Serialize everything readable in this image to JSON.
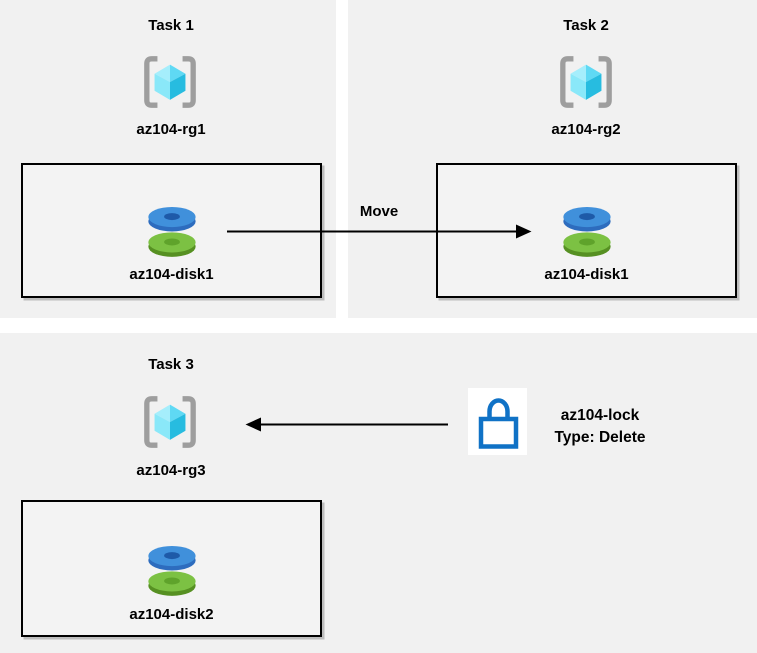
{
  "diagram": {
    "panels": [
      {
        "title": "Task 1",
        "rg_label": "az104-rg1",
        "disk_label": "az104-disk1"
      },
      {
        "title": "Task 2",
        "rg_label": "az104-rg2",
        "disk_label": "az104-disk1"
      },
      {
        "title": "Task 3",
        "rg_label": "az104-rg3",
        "disk_label": "az104-disk2"
      }
    ],
    "move_label": "Move",
    "lock": {
      "name": "az104-lock",
      "type": "Type: Delete"
    }
  },
  "icons": {
    "resource_group": "resource-group-icon",
    "managed_disk": "managed-disk-icon",
    "lock": "lock-icon",
    "move_arrow": "arrow-right-icon",
    "lock_arrow": "arrow-left-icon"
  },
  "colors": {
    "page_bg": "#ffffff",
    "panel_bg": "#f1f1f1",
    "box_bg": "#f3f3f3",
    "box_border": "#000000",
    "box_shadow": "#bdbdbd",
    "text": "#000000",
    "arrow": "#000000",
    "bracket": "#9e9e9e",
    "cube_tl": "#a5eefc",
    "cube_tr": "#5fd9f4",
    "cube_bl": "#8ae8f9",
    "cube_br": "#27bce0",
    "disk_blue_top": "#4090db",
    "disk_blue_side": "#2d6cbe",
    "disk_blue_hole": "#1e5aa8",
    "disk_green_top": "#7cc143",
    "disk_green_side": "#569022",
    "disk_green_hole": "#5fa32b",
    "lock_stroke": "#1072c6",
    "lock_bg": "#ffffff"
  }
}
